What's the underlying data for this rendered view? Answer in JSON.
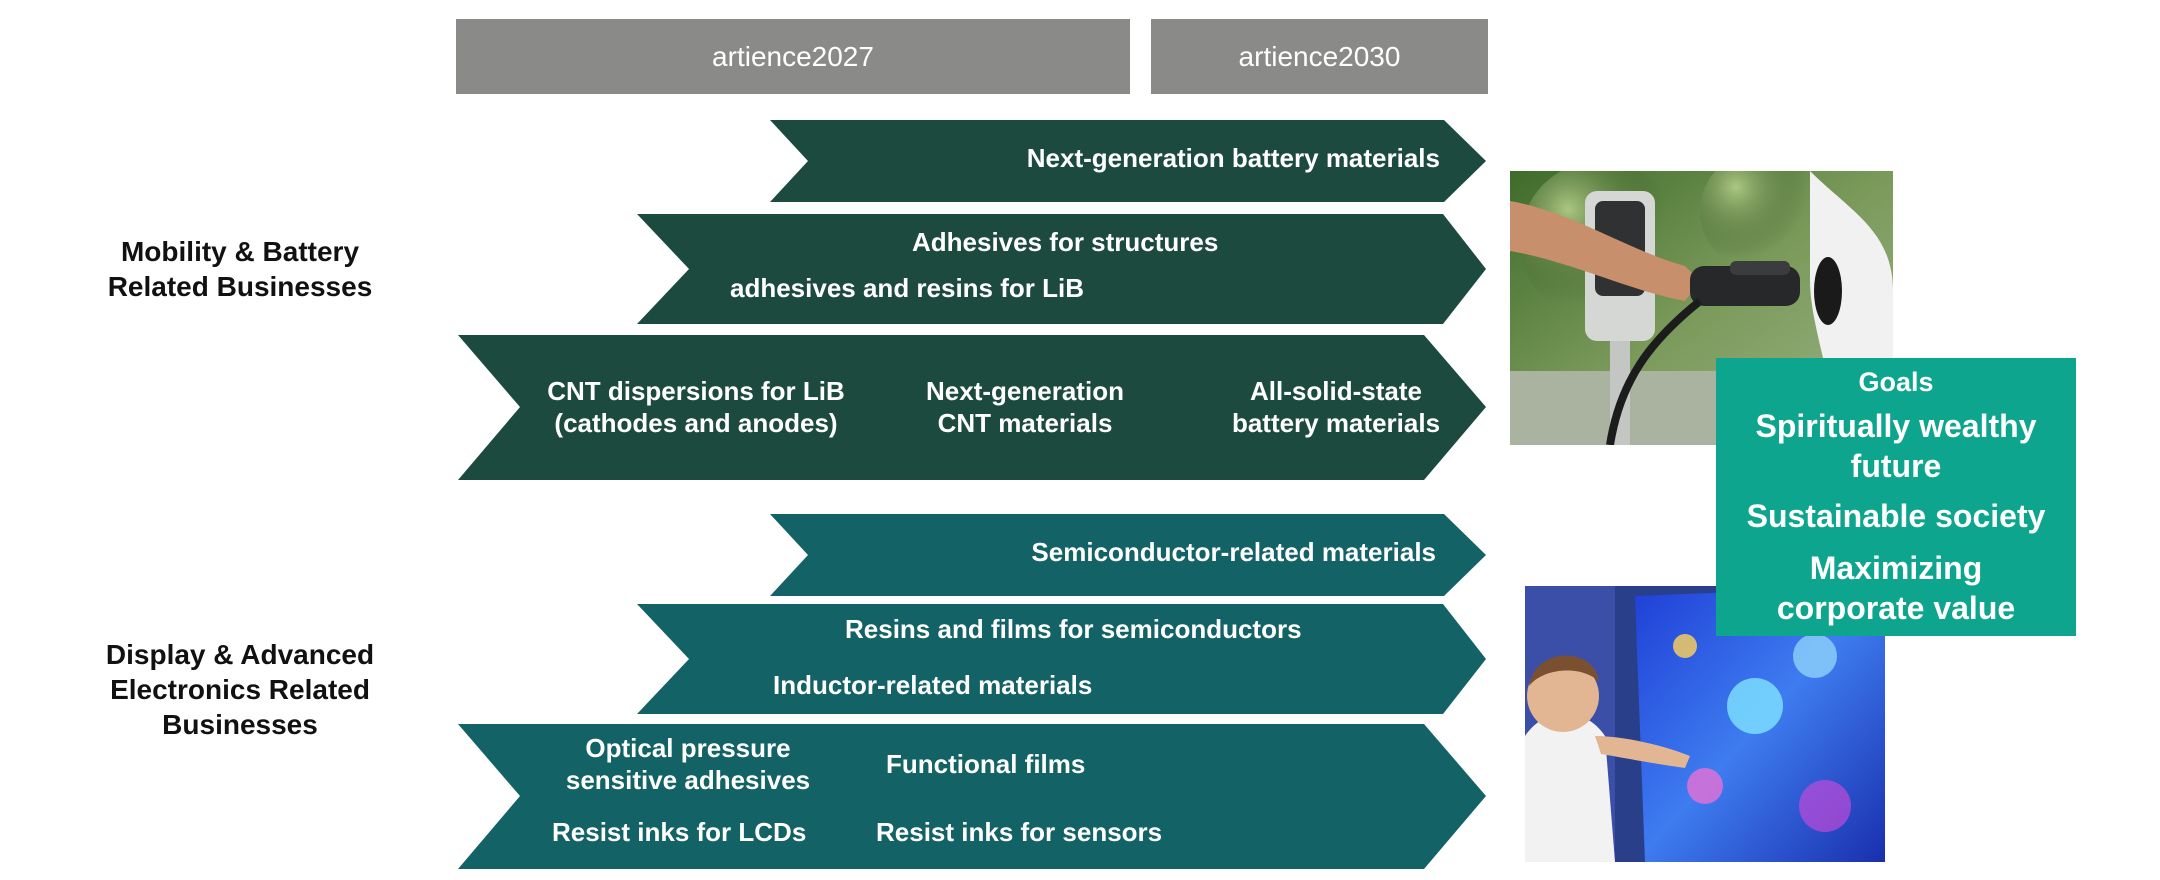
{
  "header": {
    "phase1": "artience2027",
    "phase2": "artience2030"
  },
  "sections": {
    "mobility": "Mobility & Battery\nRelated Businesses",
    "display": "Display & Advanced\nElectronics Related\nBusinesses"
  },
  "mobility_arrows": {
    "a1": "Next-generation battery materials",
    "a2_line1": "Adhesives for structures",
    "a2_line2": "adhesives and resins for LiB",
    "a3_col1": "CNT dispersions for LiB\n(cathodes and anodes)",
    "a3_col2": "Next-generation\nCNT materials",
    "a3_col3": "All-solid-state\nbattery materials"
  },
  "display_arrows": {
    "a1": "Semiconductor-related materials",
    "a2_line1": "Resins and films for semiconductors",
    "a2_line2": "Inductor-related materials",
    "a3_item1": "Optical pressure\nsensitive adhesives",
    "a3_item2": "Functional films",
    "a3_item3": "Resist inks for LCDs",
    "a3_item4": "Resist inks for sensors"
  },
  "goals": {
    "title": "Goals",
    "g1": "Spiritually wealthy\nfuture",
    "g2": "Sustainable society",
    "g3": "Maximizing\ncorporate value"
  },
  "colors": {
    "mobility_arrow": "#1d4a3f",
    "display_arrow": "#136266",
    "goals_box": "#0ea58e",
    "header_box": "#8a8b88"
  },
  "icons": {
    "photo1": "ev-charging-photo",
    "photo2": "child-touchscreen-photo"
  }
}
